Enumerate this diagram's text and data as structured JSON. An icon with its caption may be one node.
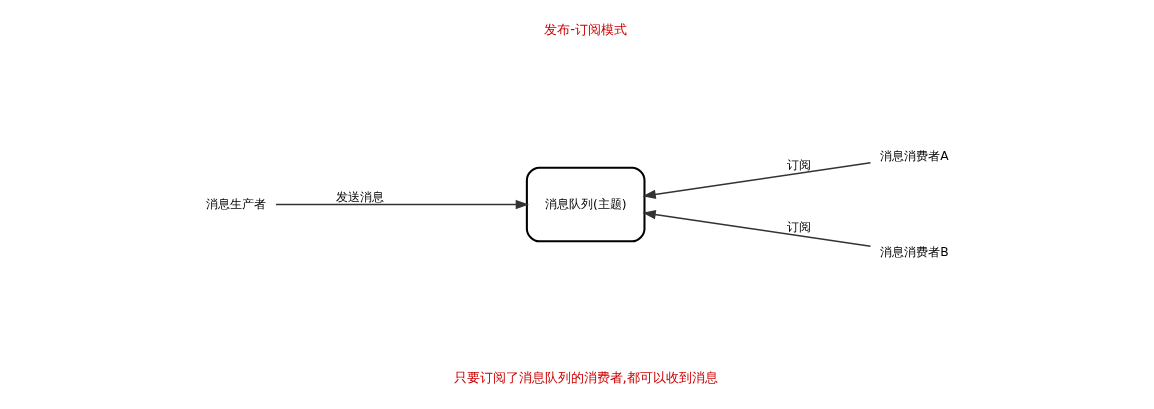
{
  "diagram": {
    "nodes": [
      {
        "text": [
          "消息生产者"
        ]
      },
      {
        "text": [
          "消息队列(主题)"
        ]
      },
      {
        "text": [
          "消息消费者A"
        ]
      },
      {
        "text": [
          "消息消费者B"
        ]
      }
    ],
    "edges": [
      {
        "from": 0,
        "to": 1,
        "arrow": "to",
        "label": "发送消息"
      },
      {
        "from": 2,
        "to": 1,
        "arrow": "to",
        "label": "订阅"
      },
      {
        "from": 3,
        "to": 1,
        "arrow": "to",
        "label": "订阅"
      }
    ],
    "labels": [
      "发布-订阅模式",
      "只要订阅了消息队列的消费者,都可以收到消息"
    ]
  }
}
